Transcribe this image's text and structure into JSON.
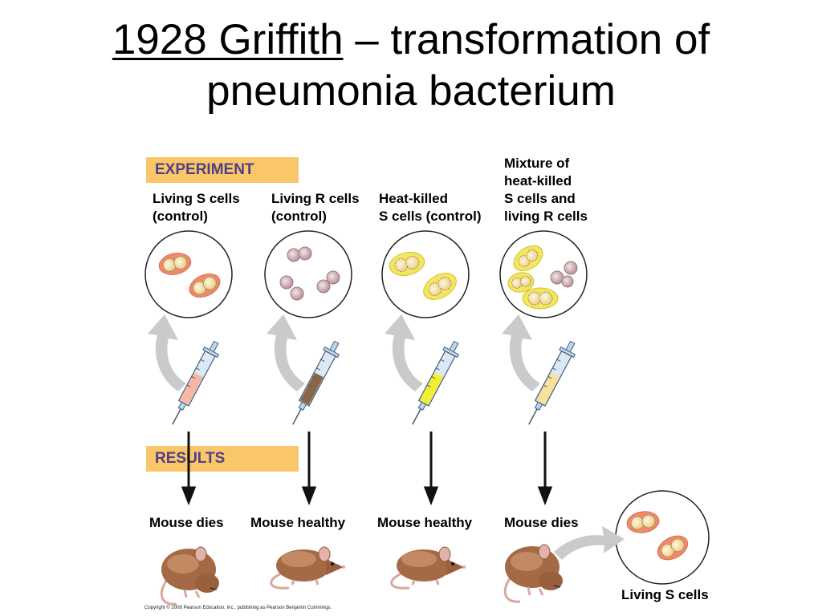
{
  "title": {
    "link_text": "1928 Griffith",
    "rest_text": " – transformation of",
    "line2": "pneumonia bacterium"
  },
  "experiment_label": "EXPERIMENT",
  "results_label": "RESULTS",
  "columns": [
    {
      "label": [
        "Living S cells",
        "(control)"
      ],
      "result": "Mouse dies",
      "syringe_fill": "#f6b8a2",
      "cell_type": "living-S"
    },
    {
      "label": [
        "Living R cells",
        "(control)"
      ],
      "result": "Mouse healthy",
      "syringe_fill": "#8a6648",
      "cell_type": "living-R"
    },
    {
      "label": [
        "Heat-killed",
        "S cells (control)"
      ],
      "result": "Mouse healthy",
      "syringe_fill": "#f3ee30",
      "cell_type": "heat-killed-S"
    },
    {
      "label": [
        "Mixture of",
        "heat-killed",
        "S cells and",
        "living R cells"
      ],
      "result": "Mouse dies",
      "syringe_fill": "#f8e29a",
      "cell_type": "mixture"
    }
  ],
  "outcome_label": "Living S cells",
  "credit": "Copyright © 2008 Pearson Education, Inc., publishing as Pearson Benjamin Cummings.",
  "colors": {
    "section_fill": "#f9c66a",
    "section_text": "#4f3f86",
    "s_capsule": "#ef8a6c",
    "r_cell": "#cfb2b6",
    "heat_killed_capsule": "#f4e760",
    "arrow_gray": "#c9cacb"
  }
}
